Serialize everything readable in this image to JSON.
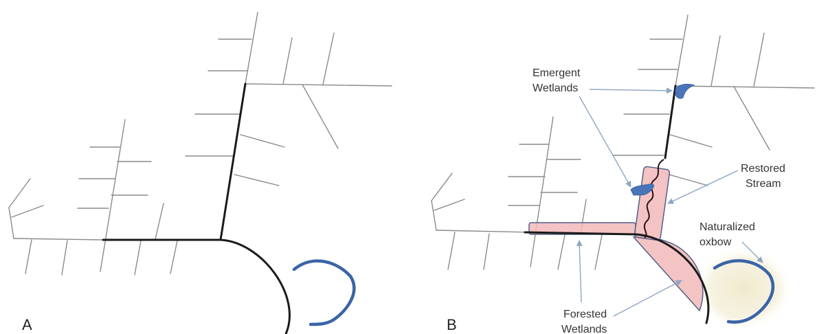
{
  "panels": {
    "a": {
      "label": "A"
    },
    "b": {
      "label": "B"
    }
  },
  "labels": {
    "emergent": {
      "line1": "Emergent",
      "line2": "Wetlands"
    },
    "restored": {
      "line1": "Restored",
      "line2": "Stream"
    },
    "oxbow": {
      "line1": "Naturalized",
      "line2": "oxbow"
    },
    "forested": {
      "line1": "Forested",
      "line2": "Wetlands"
    }
  },
  "colors": {
    "buffer": "#f2b8b8",
    "water": "#3a64a6",
    "channel": "#1a1a1a",
    "ditch": "#8a8a8a"
  }
}
